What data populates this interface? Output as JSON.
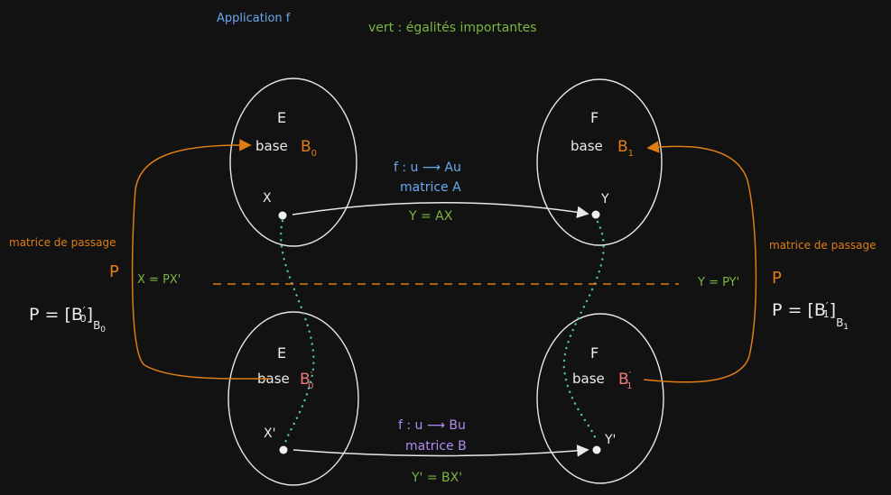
{
  "header": {
    "application_label": "Application f",
    "legend_note": "vert : égalités importantes"
  },
  "top_left": {
    "space": "E",
    "base_word": "base",
    "base_sym": "B",
    "base_sub": "0",
    "vector": "X"
  },
  "top_right": {
    "space": "F",
    "base_word": "base",
    "base_sym": "B",
    "base_sub": "1",
    "vector": "Y"
  },
  "bottom_left": {
    "space": "E",
    "base_word": "base",
    "base_sym": "B",
    "base_prime": "′",
    "base_sub": "0",
    "vector": "X'"
  },
  "bottom_right": {
    "space": "F",
    "base_word": "base",
    "base_sym": "B",
    "base_prime": "′",
    "base_sub": "1",
    "vector": "Y'"
  },
  "top_map": {
    "rule": "f : u ⟶ Au",
    "matrix": "matrice A",
    "equality": "Y = AX"
  },
  "bottom_map": {
    "rule": "f : u ⟶ Bu",
    "matrix": "matrice B",
    "equality": "Y' = BX'"
  },
  "left_passage": {
    "label": "matrice de passage",
    "symbol": "P",
    "equality": "X = PX'",
    "formula_main": "P = [B",
    "formula_prime": "′",
    "formula_sub": "0",
    "formula_close": "]",
    "formula_base_sym": "B",
    "formula_base_sub": "0"
  },
  "right_passage": {
    "label": "matrice de passage",
    "symbol": "P",
    "equality": "Y = PY'",
    "formula_main": "P = [B",
    "formula_prime": "′",
    "formula_sub": "1",
    "formula_close": "]",
    "formula_base_sym": "B",
    "formula_base_sub": "1"
  },
  "colors": {
    "background": "#121212",
    "white": "#ececec",
    "blue": "#6aa9f0",
    "green": "#7ab640",
    "orange": "#e07d14",
    "pink": "#f07a7a",
    "purple": "#b28cf0",
    "teal": "#4fc3a6"
  }
}
